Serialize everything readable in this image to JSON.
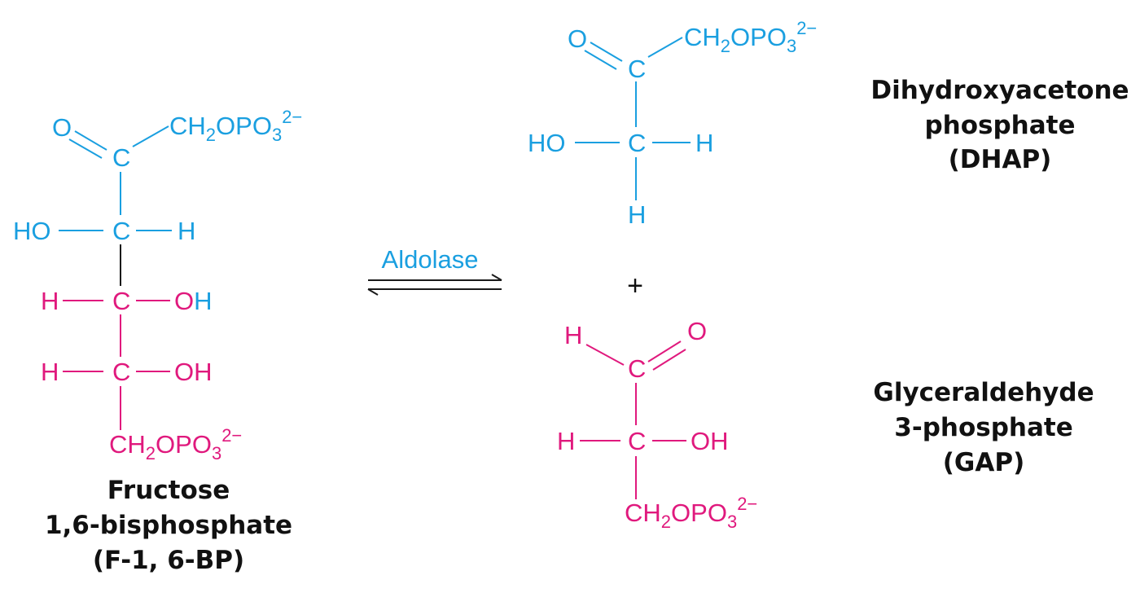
{
  "colors": {
    "dhap_part": "#1a9fe0",
    "gap_part": "#e0197d",
    "text": "#111111"
  },
  "atoms": {
    "O": "O",
    "C": "C",
    "H": "H",
    "HO": "HO",
    "OH": "OH",
    "CH": "CH",
    "sub2": "2",
    "OPO": "OPO",
    "sub3": "3",
    "charge": "2−"
  },
  "reaction": {
    "enzyme": "Aldolase",
    "plus": "+"
  },
  "molecules": {
    "fbp": {
      "name_line1": "Fructose",
      "name_line2": "1,6-bisphosphate",
      "name_line3": "(F-1, 6-BP)"
    },
    "dhap": {
      "name_line1": "Dihydroxyacetone",
      "name_line2": "phosphate",
      "name_line3": "(DHAP)"
    },
    "gap": {
      "name_line1": "Glyceraldehyde",
      "name_line2": "3-phosphate",
      "name_line3": "(GAP)"
    }
  }
}
